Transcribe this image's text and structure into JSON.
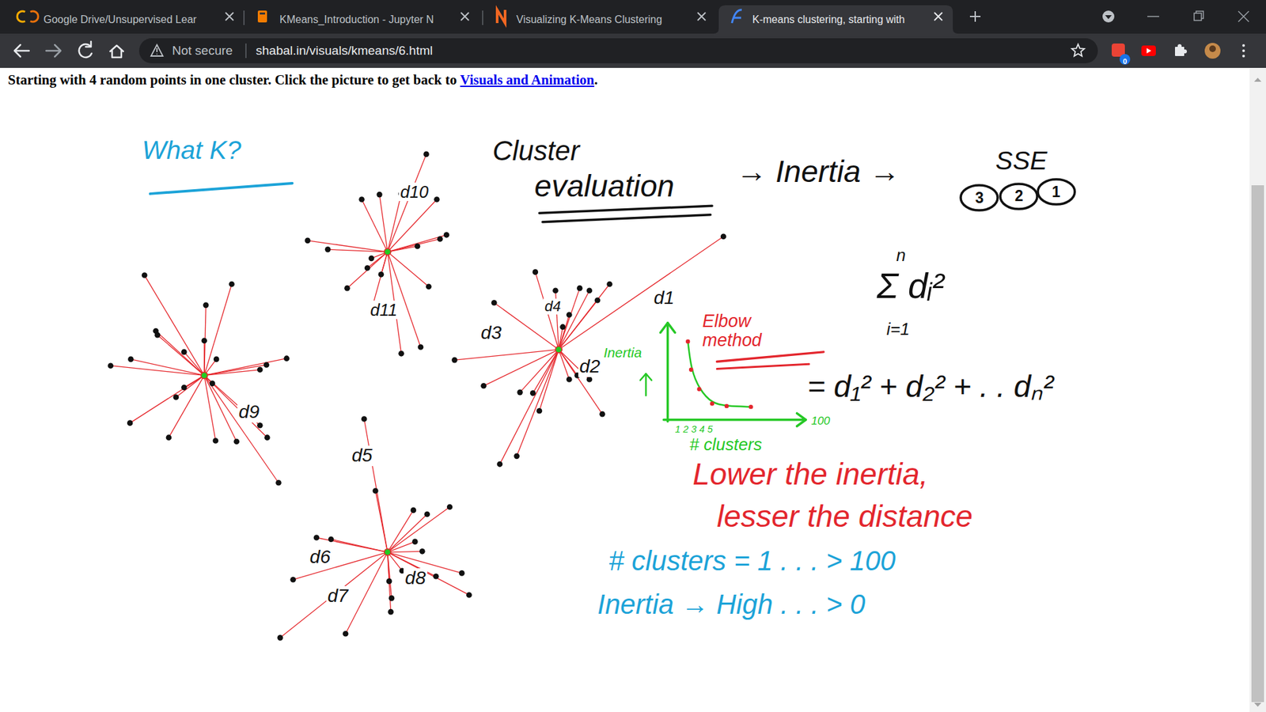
{
  "diagram": {
    "nodes": [
      {
        "text": [
          "Google Drive/Unsupervised Lear"
        ]
      },
      {
        "text": [
          "KMeans_Introduction - Jupyter N"
        ]
      },
      {
        "text": [
          "Visualizing K-Means Clustering"
        ]
      },
      {
        "text": [
          "K-means clustering, starting with"
        ]
      },
      {
        "text": [
          "Not secure",
          "shabal.in/visuals/kmeans/6.html"
        ]
      },
      {
        "text": [
          "3"
        ]
      },
      {
        "text": [
          "2"
        ]
      },
      {
        "text": [
          "1"
        ]
      }
    ],
    "labels": [
      "Starting with 4 random points in one cluster. Click the picture to get back to",
      "Visuals and Animation",
      ".",
      "0",
      "What K?",
      "d10",
      "d11",
      "d1",
      "d2",
      "d3",
      "d4",
      "d5",
      "d6",
      "d7",
      "d8",
      "d9",
      "Cluster",
      "evaluation",
      "→ Inertia →",
      "SSE",
      "Σ dᵢ²",
      "n",
      "i=1",
      "= d₁² + d₂² + . . dₙ²",
      "Inertia",
      "Elbow method",
      "1 2 3 4 5",
      "100",
      "# clusters",
      "Lower the inertia,",
      "lesser the distance",
      "# clusters = 1 . . . > 100",
      "Inertia → High . . . > 0"
    ]
  }
}
